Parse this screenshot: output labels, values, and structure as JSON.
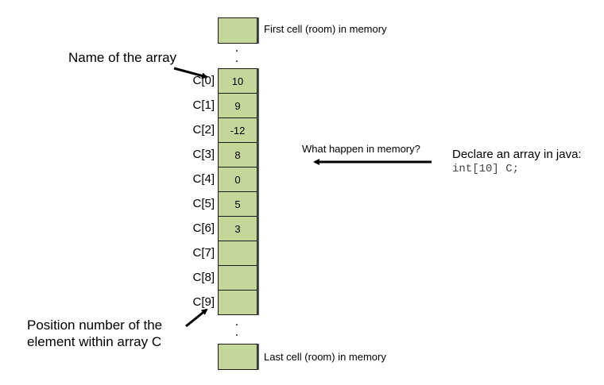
{
  "diagram": {
    "first_cell_label": "First cell (room) in memory",
    "last_cell_label": "Last cell (room) in memory",
    "array_name_label": "Name of the array",
    "position_label_line1": "Position number of the",
    "position_label_line2": "element within array C",
    "question_label": "What happen in memory?",
    "declare_label": "Declare an array in java:",
    "declare_code": "int[10] C;",
    "cell_color": "#c5d69b",
    "elements": [
      {
        "index": "C[0]",
        "value": "10"
      },
      {
        "index": "C[1]",
        "value": "9"
      },
      {
        "index": "C[2]",
        "value": "-12"
      },
      {
        "index": "C[3]",
        "value": "8"
      },
      {
        "index": "C[4]",
        "value": "0"
      },
      {
        "index": "C[5]",
        "value": "5"
      },
      {
        "index": "C[6]",
        "value": "3"
      },
      {
        "index": "C[7]",
        "value": ""
      },
      {
        "index": "C[8]",
        "value": ""
      },
      {
        "index": "C[9]",
        "value": ""
      }
    ]
  }
}
